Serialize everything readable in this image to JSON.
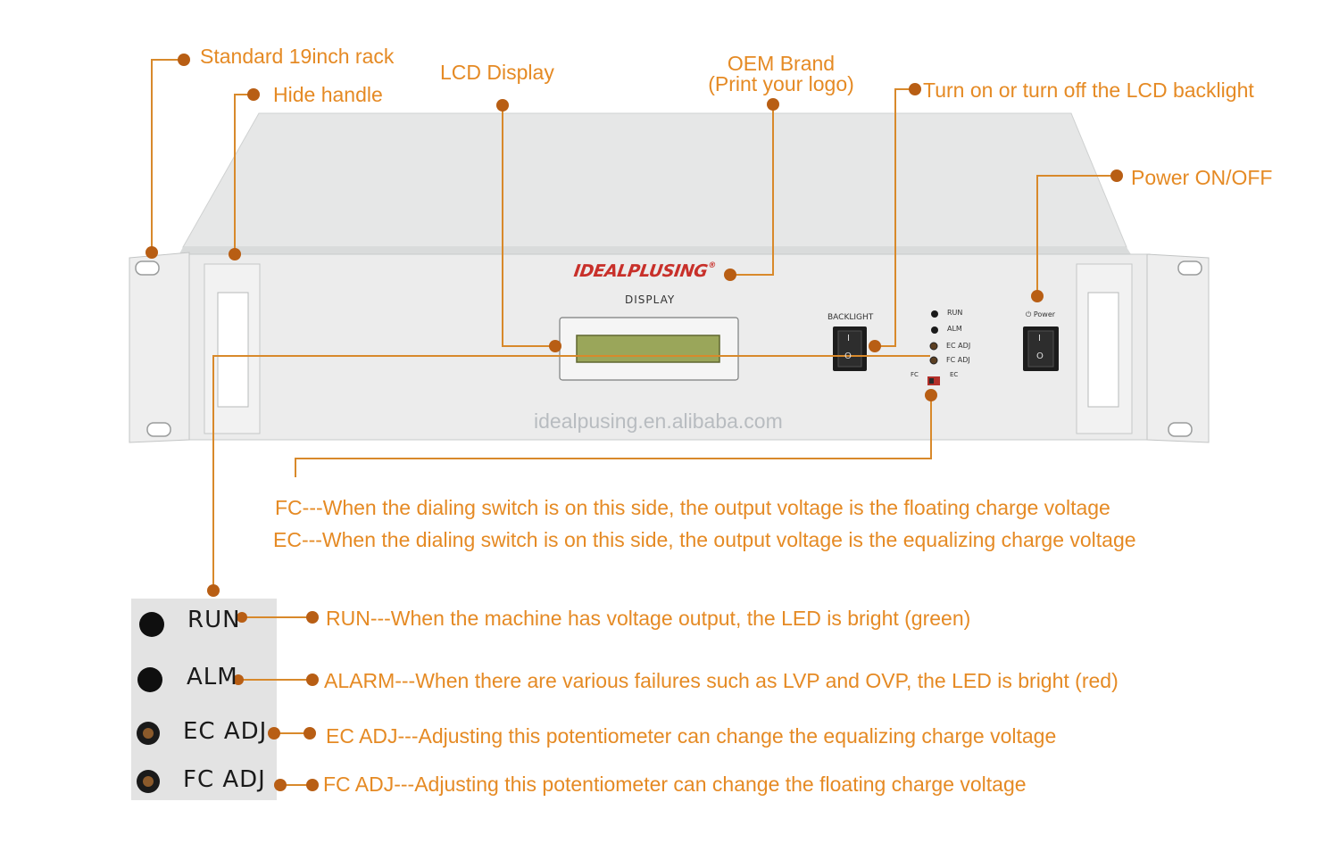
{
  "callouts": {
    "rack": "Standard 19inch rack",
    "handle": "Hide handle",
    "lcd": "LCD Display",
    "oem_line1": "OEM Brand",
    "oem_line2": "(Print your logo)",
    "backlight": "Turn on or turn off the LCD backlight",
    "power": "Power ON/OFF",
    "fc_desc": "FC---When the dialing switch is on this side, the output voltage is the floating charge voltage",
    "ec_desc": "EC---When the dialing switch is on this side, the output voltage is the equalizing charge voltage",
    "run_desc": "RUN---When the machine has voltage output, the LED is bright (green)",
    "alarm_desc": "ALARM---When there are various failures such as LVP and OVP, the LED is bright (red)",
    "ecadj_desc": "EC ADJ---Adjusting this potentiometer can change the equalizing charge voltage",
    "fcadj_desc": "FC ADJ---Adjusting this potentiometer can change the floating charge voltage"
  },
  "device": {
    "brand": "IDEALPLUSING",
    "brand_mark": "®",
    "display_label": "DISPLAY",
    "backlight_label": "BACKLIGHT",
    "power_label": "Power",
    "led_run": "RUN",
    "led_alm": "ALM",
    "led_ecadj": "EC ADJ",
    "led_fcadj": "FC ADJ",
    "switch_fc": "FC",
    "switch_ec": "EC",
    "switch_on": "I",
    "switch_off": "O",
    "watermark": "idealpusing.en.alibaba.com"
  },
  "closeup": {
    "run": "RUN",
    "alm": "ALM",
    "ecadj": "EC ADJ",
    "fcadj": "FC ADJ"
  },
  "colors": {
    "accent": "#e58a24",
    "leader": "#d8892b",
    "dot": "#b85e14",
    "chassis": "#e9eaea",
    "brand": "#c8302a",
    "lcd": "#9aa65a"
  }
}
